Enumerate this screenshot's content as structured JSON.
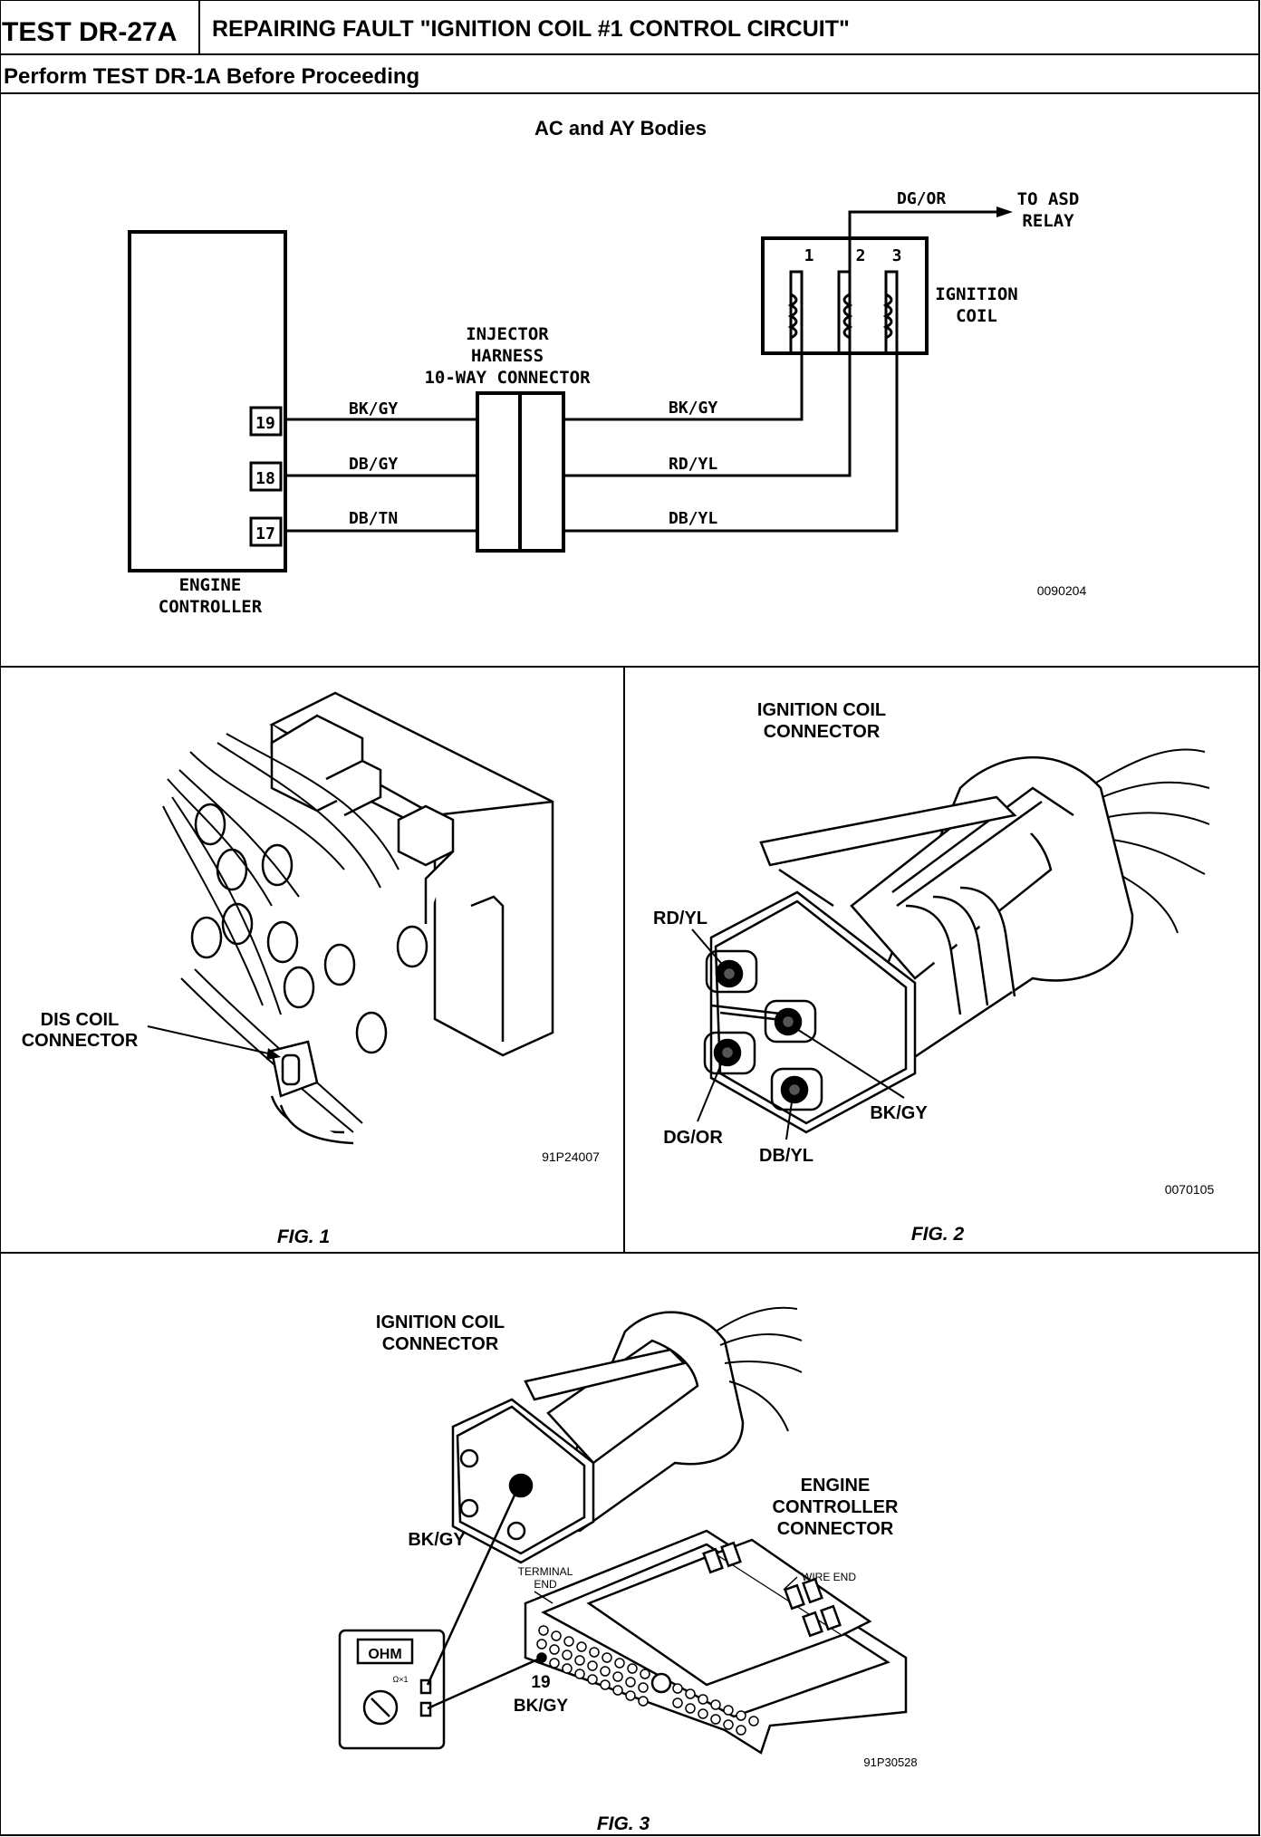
{
  "header": {
    "test_id": "TEST DR-27A",
    "title": "REPAIRING FAULT \"IGNITION COIL #1 CONTROL CIRCUIT\"",
    "subtitle": "Perform TEST DR-1A Before Proceeding"
  },
  "schematic": {
    "heading": "AC and AY Bodies",
    "engine_controller": [
      "ENGINE",
      "CONTROLLER"
    ],
    "pins": [
      "19",
      "18",
      "17"
    ],
    "left_wires": [
      "BK/GY",
      "DB/GY",
      "DB/TN"
    ],
    "harness_label": [
      "INJECTOR",
      "HARNESS",
      "10-WAY CONNECTOR"
    ],
    "right_wires": [
      "BK/GY",
      "RD/YL",
      "DB/YL"
    ],
    "coil_terminals": [
      "1",
      "2",
      "3"
    ],
    "coil_label": [
      "IGNITION",
      "COIL"
    ],
    "supply_wire": "DG/OR",
    "supply_dest": [
      "TO ASD",
      "RELAY"
    ],
    "code": "0090204"
  },
  "fig1": {
    "label": [
      "DIS COIL",
      "CONNECTOR"
    ],
    "code": "91P24007",
    "caption": "FIG. 1"
  },
  "fig2": {
    "title": [
      "IGNITION COIL",
      "CONNECTOR"
    ],
    "wires": [
      "RD/YL",
      "BK/GY",
      "DG/OR",
      "DB/YL"
    ],
    "code": "0070105",
    "caption": "FIG. 2"
  },
  "fig3": {
    "coil_title": [
      "IGNITION COIL",
      "CONNECTOR"
    ],
    "probe_wire": "BK/GY",
    "ecm_title": [
      "ENGINE",
      "CONTROLLER",
      "CONNECTOR"
    ],
    "terminal_end": [
      "TERMINAL",
      "END"
    ],
    "wire_end": "WIRE END",
    "meter_display": "OHM",
    "meter_range": "Ω×1",
    "pin_number": "19",
    "pin_wire": "BK/GY",
    "code": "91P30528",
    "caption": "FIG. 3"
  }
}
